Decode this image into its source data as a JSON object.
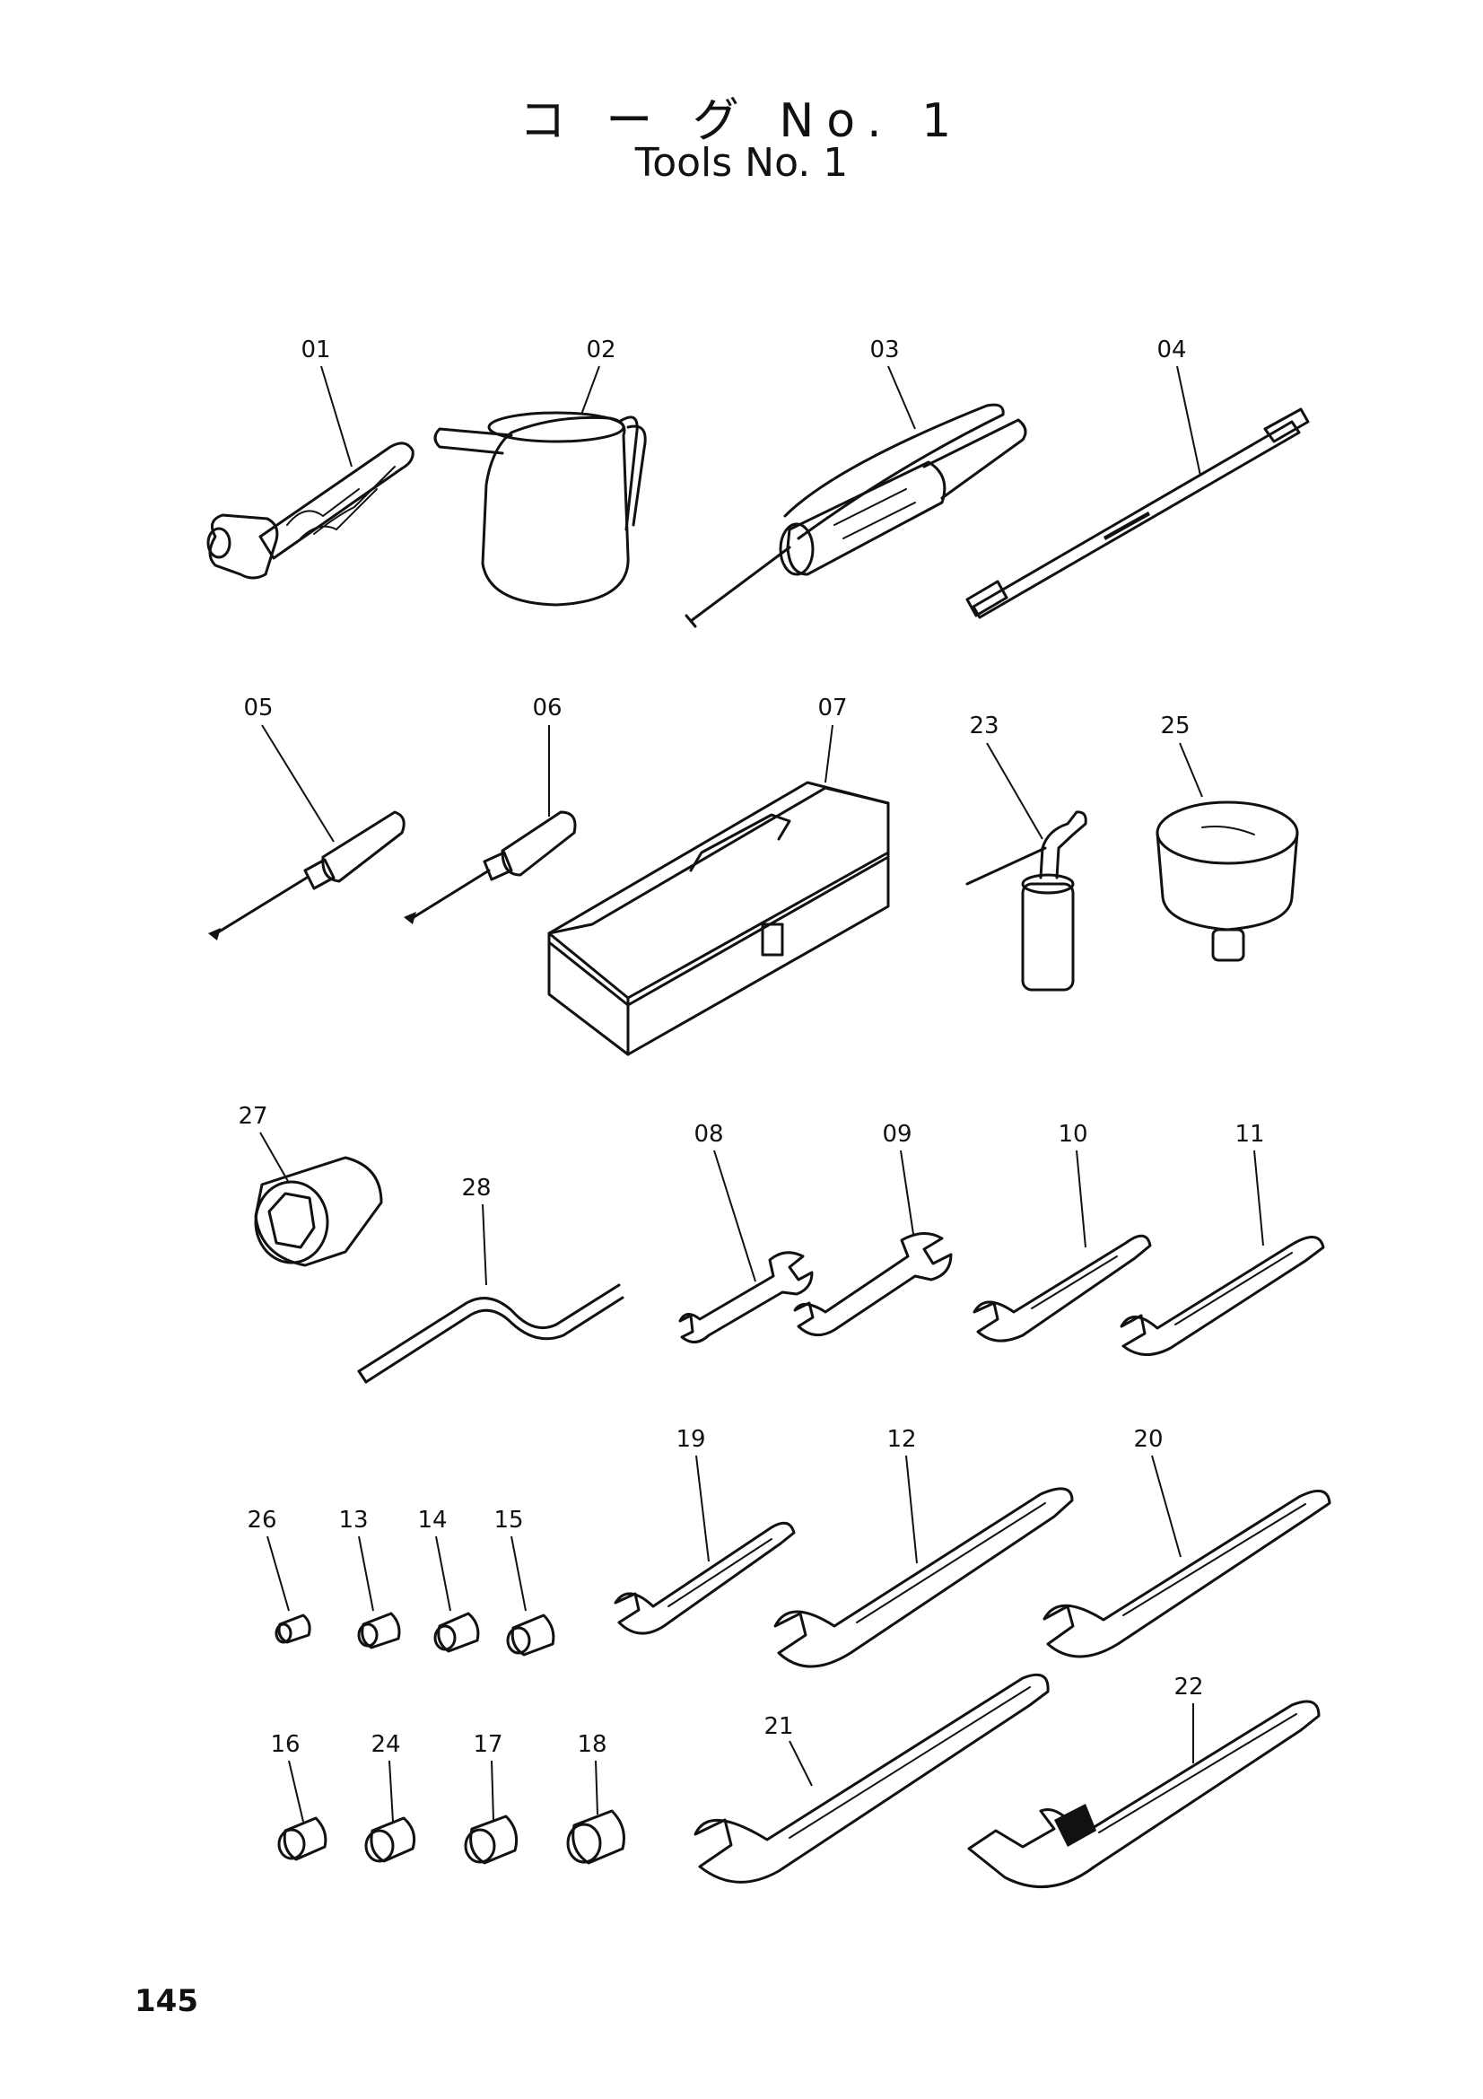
{
  "header": {
    "title_jp": "コ ー グ No. 1",
    "title_en": "Tools No. 1"
  },
  "parts": [
    {
      "id": "01"
    },
    {
      "id": "02"
    },
    {
      "id": "03"
    },
    {
      "id": "04"
    },
    {
      "id": "05"
    },
    {
      "id": "06"
    },
    {
      "id": "07"
    },
    {
      "id": "23"
    },
    {
      "id": "25"
    },
    {
      "id": "27"
    },
    {
      "id": "28"
    },
    {
      "id": "08"
    },
    {
      "id": "09"
    },
    {
      "id": "10"
    },
    {
      "id": "11"
    },
    {
      "id": "19"
    },
    {
      "id": "12"
    },
    {
      "id": "20"
    },
    {
      "id": "26"
    },
    {
      "id": "13"
    },
    {
      "id": "14"
    },
    {
      "id": "15"
    },
    {
      "id": "16"
    },
    {
      "id": "24"
    },
    {
      "id": "17"
    },
    {
      "id": "18"
    },
    {
      "id": "21"
    },
    {
      "id": "22"
    }
  ],
  "footer": {
    "page_number": "145"
  }
}
